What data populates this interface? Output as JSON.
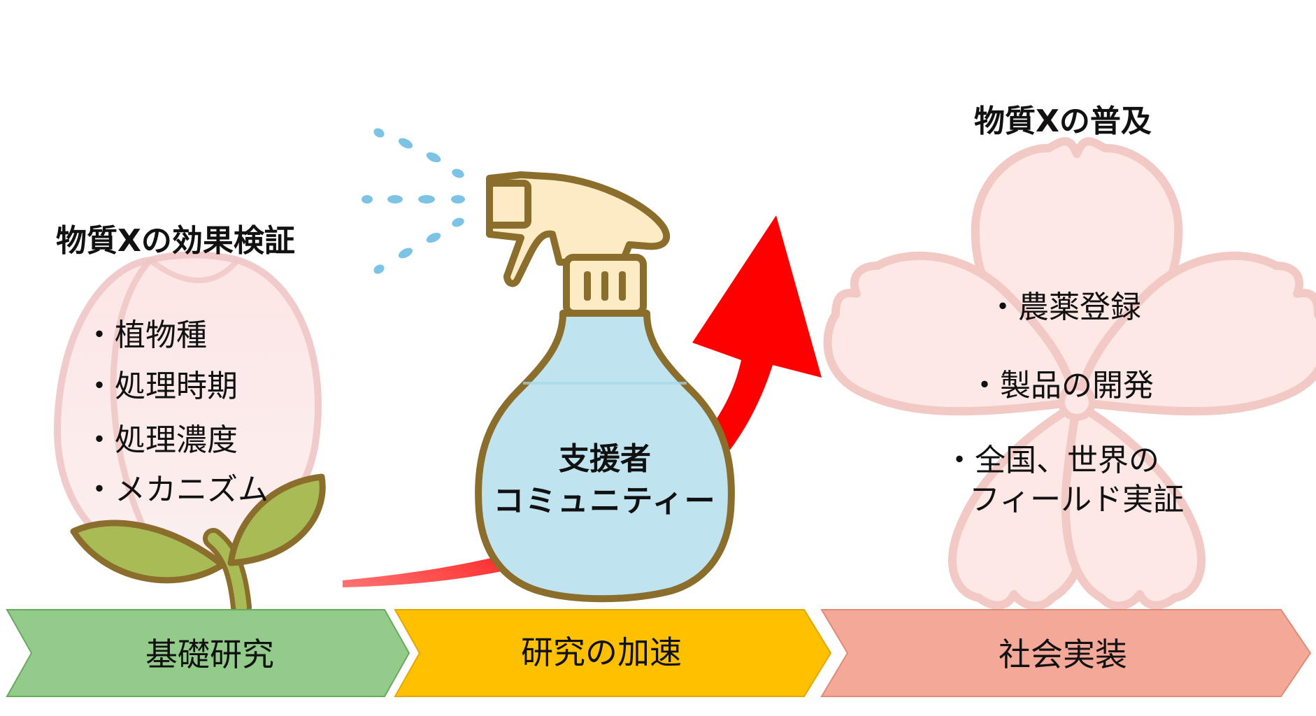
{
  "left": {
    "title": "物質Xの効果検証",
    "items": [
      "・植物種",
      "・処理時期",
      "・処理濃度",
      "・メカニズム"
    ]
  },
  "middle": {
    "bottle_line1": "支援者",
    "bottle_line2": "コミュニティー"
  },
  "right": {
    "title": "物質Xの普及",
    "items": [
      "・農薬登録",
      "・製品の開発",
      "・全国、世界の",
      "フィールド実証"
    ]
  },
  "stages": [
    "基礎研究",
    "研究の加速",
    "社会実装"
  ],
  "colors": {
    "stage1": "#93cc8a",
    "stage2": "#ffc000",
    "stage3": "#f4a898",
    "arrow": "#ff0000",
    "bottle_body": "#bfe4f0",
    "bottle_outline": "#8b6d2c",
    "spray_dots": "#7cc3e6",
    "petal": "#fde8e6",
    "petal_outline": "#f2c9c4",
    "leaf": "#a9bb55"
  }
}
